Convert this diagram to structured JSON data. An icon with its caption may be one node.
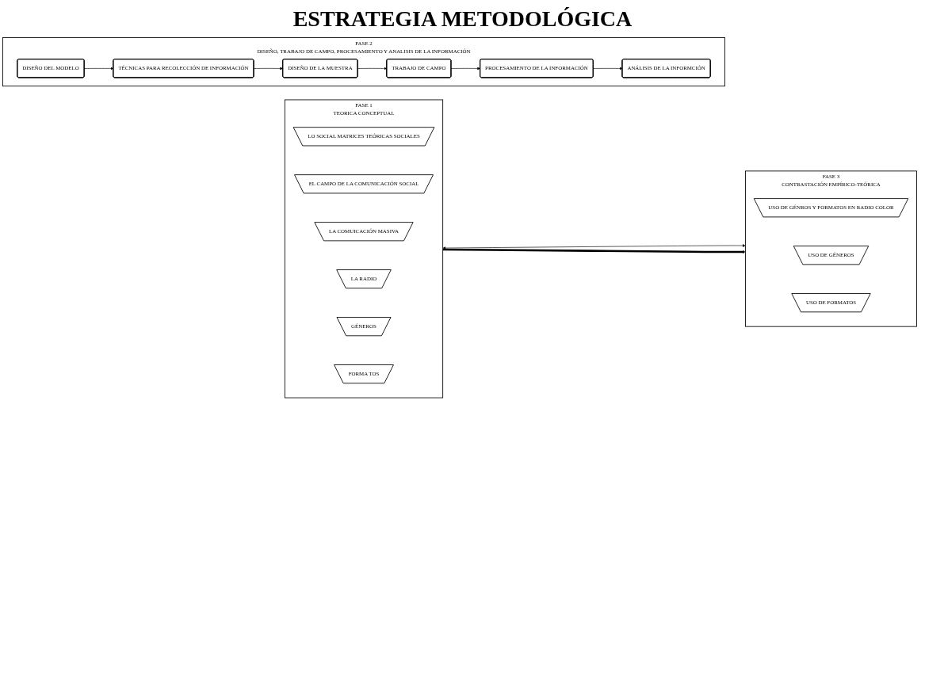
{
  "diagram": {
    "title": "ESTRATEGIA METODOLÓGICA",
    "nodes": [
      {
        "text": [
          "FASE 1",
          "TEORICA CONCEPTUAL"
        ]
      },
      {
        "text": [
          "LO SOCIAL MATRICES TEÓRICAS SOCIALES"
        ],
        "in": 0
      },
      {
        "text": [
          "EL CAMPO DE LA COMUNICACIÓN SOCIAL"
        ],
        "in": 0
      },
      {
        "text": [
          "LA COMUICACIÓN MASIVA"
        ],
        "in": 0
      },
      {
        "text": [
          "LA RADIO"
        ],
        "in": 0
      },
      {
        "text": [
          "GÉNEROS"
        ],
        "in": 0
      },
      {
        "text": [
          "FORMA TOS"
        ],
        "in": 0
      },
      {
        "text": [
          "FASE 3",
          "CONTRASTACIÓN EMPÍRICO-TEÓRICA"
        ]
      },
      {
        "text": [
          "USO DE GÉNROS Y FORMATOS EN RADIO COLOR"
        ],
        "in": 7
      },
      {
        "text": [
          "USO DE GÉNEROS"
        ],
        "in": 7
      },
      {
        "text": [
          "USO DE FORMATOS"
        ],
        "in": 7
      },
      {
        "text": [
          "FASE 2",
          "DISEÑO, TRABAJO DE CAMPO, PROCESAMIENTO Y ANALISIS DE LA INFORMACIÓN"
        ]
      },
      {
        "text": [
          "DISEÑO DEL MODELO"
        ],
        "in": 11
      },
      {
        "text": [
          "TÉCNICAS PARA RECOLECCIÓN DE INFORMACIÓN"
        ],
        "in": 11
      },
      {
        "text": [
          "DISEÑO DE LA MUESTRA"
        ],
        "in": 11
      },
      {
        "text": [
          "TRABAJO DE CAMPO"
        ],
        "in": 11
      },
      {
        "text": [
          "PROCESAMIENTO DE LA INFORMACIÓN"
        ],
        "in": 11
      },
      {
        "text": [
          "ANÁLISIS DE LA INFORMCIÓN"
        ],
        "in": 11
      }
    ],
    "edges": [
      {
        "from": 0,
        "to": 7,
        "arrow": "both"
      },
      {
        "from": 12,
        "to": 13,
        "arrow": "to"
      },
      {
        "from": 13,
        "to": 14,
        "arrow": "to"
      },
      {
        "from": 14,
        "to": 15,
        "arrow": "to"
      },
      {
        "from": 15,
        "to": 16,
        "arrow": "to"
      },
      {
        "from": 16,
        "to": 17,
        "arrow": "to"
      },
      {
        "from": 0,
        "to": 7,
        "arrow": "to",
        "style": "thick"
      }
    ]
  }
}
